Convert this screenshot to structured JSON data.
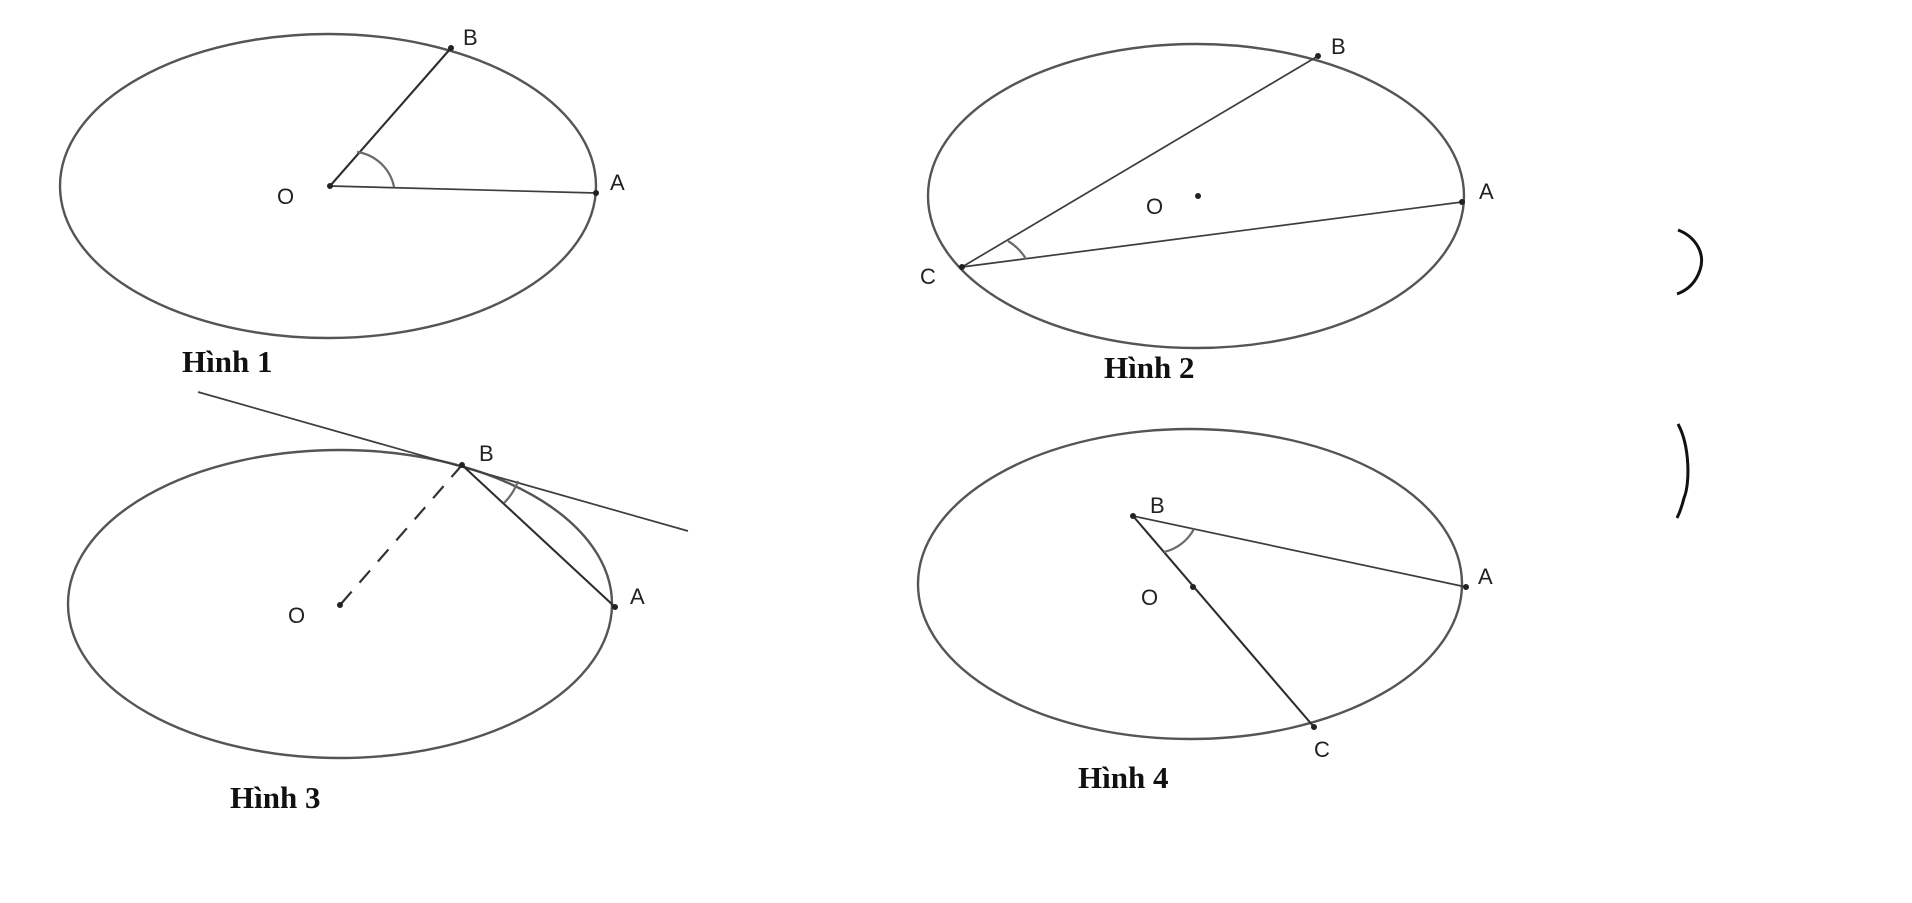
{
  "figures": [
    {
      "caption": "Hình 1",
      "points": {
        "O": "O",
        "A": "A",
        "B": "B"
      }
    },
    {
      "caption": "Hình 2",
      "points": {
        "O": "O",
        "A": "A",
        "B": "B",
        "C": "C"
      }
    },
    {
      "caption": "Hình 3",
      "points": {
        "O": "O",
        "A": "A",
        "B": "B"
      }
    },
    {
      "caption": "Hình 4",
      "points": {
        "O": "O",
        "A": "A",
        "B": "B",
        "C": "C"
      }
    }
  ]
}
